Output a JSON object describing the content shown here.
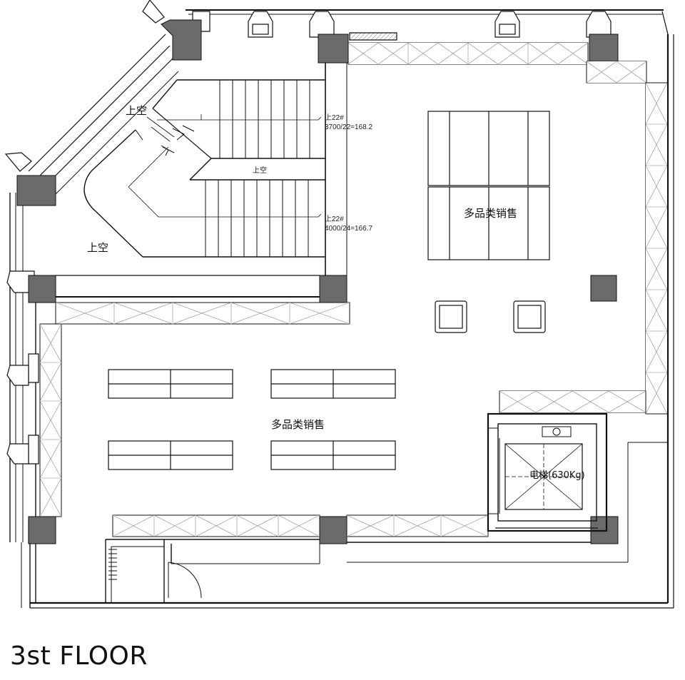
{
  "plan": {
    "floor_title": "3st FLOOR",
    "labels": {
      "void_upper": "上空",
      "void_lower": "上空",
      "stair_landing": "上空",
      "sales_upper": "多品类销售",
      "sales_lower": "多品类销售",
      "elevator": "电梯(630Kg)"
    },
    "stair_notes": {
      "upper_count": "上22#",
      "upper_calc": "3700/22=168.2",
      "lower_count": "上22#",
      "lower_calc": "4000/24=166.7"
    },
    "colors": {
      "line": "#111111",
      "column_fill": "#6b6b6b",
      "hatch": "#9a9a9a"
    }
  }
}
